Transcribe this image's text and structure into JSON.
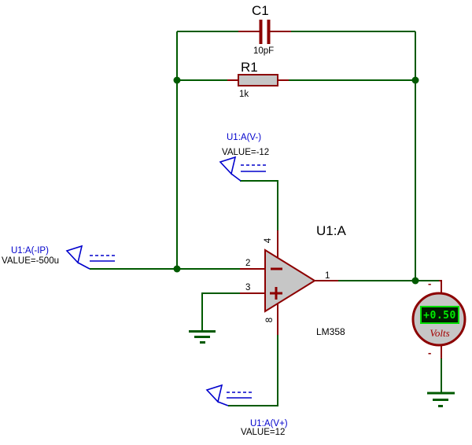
{
  "colors": {
    "background": "#ffffff",
    "wire_green": "#005a00",
    "component_maroon": "#8c0000",
    "component_body_gray": "#c6c6c6",
    "label_blue": "#0000cc",
    "text_black": "#000000",
    "lcd_text_green": "#00ee00",
    "lcd_background": "#001c00",
    "volts_red": "#a40000"
  },
  "components": {
    "capacitor": {
      "ref": "C1",
      "value": "10pF"
    },
    "resistor": {
      "ref": "R1",
      "value": "1k"
    },
    "opamp": {
      "ref": "U1:A",
      "part": "LM358",
      "pin_inverting": "2",
      "pin_noninverting": "3",
      "pin_output": "1",
      "pin_power_top": "4",
      "pin_power_bottom": "8"
    },
    "generator_vminus": {
      "name": "U1:A(V-)",
      "value": "VALUE=-12"
    },
    "generator_input": {
      "name": "U1:A(-IP)",
      "value": "VALUE=-500u"
    },
    "generator_vplus": {
      "name": "U1:A(V+)",
      "value": "VALUE=12"
    },
    "voltmeter": {
      "reading": "+0.50",
      "unit": "Volts",
      "terminal_top": "-",
      "terminal_bottom": "-"
    }
  }
}
